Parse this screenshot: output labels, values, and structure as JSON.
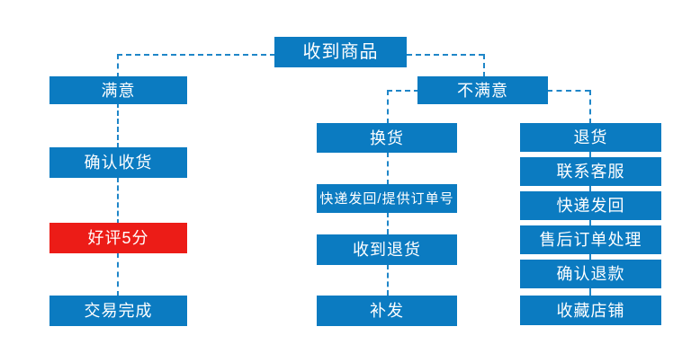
{
  "diagram": {
    "title": "收到商品",
    "type": "flowchart",
    "colors": {
      "node_blue": "#0b7bc1",
      "node_red": "#ec1c17",
      "connector": "#1f86c8",
      "text": "#ffffff",
      "background": "#ffffff"
    },
    "root": {
      "label": "收到商品"
    },
    "branches": [
      {
        "name": "satisfied",
        "decision": {
          "label": "满意"
        },
        "steps": [
          {
            "label": "确认收货",
            "highlight": false
          },
          {
            "label": "好评5分",
            "highlight": true
          },
          {
            "label": "交易完成",
            "highlight": false
          }
        ]
      },
      {
        "name": "dissatisfied",
        "decision": {
          "label": "不满意"
        },
        "exchange": {
          "label": "换货",
          "steps": [
            {
              "label": "快递发回/提供订单号"
            },
            {
              "label": "收到退货"
            },
            {
              "label": "补发"
            }
          ]
        },
        "return": {
          "label": "退货",
          "steps": [
            {
              "label": "联系客服"
            },
            {
              "label": "快递发回"
            },
            {
              "label": "售后订单处理"
            },
            {
              "label": "确认退款"
            },
            {
              "label": "收藏店铺"
            }
          ]
        }
      }
    ]
  }
}
